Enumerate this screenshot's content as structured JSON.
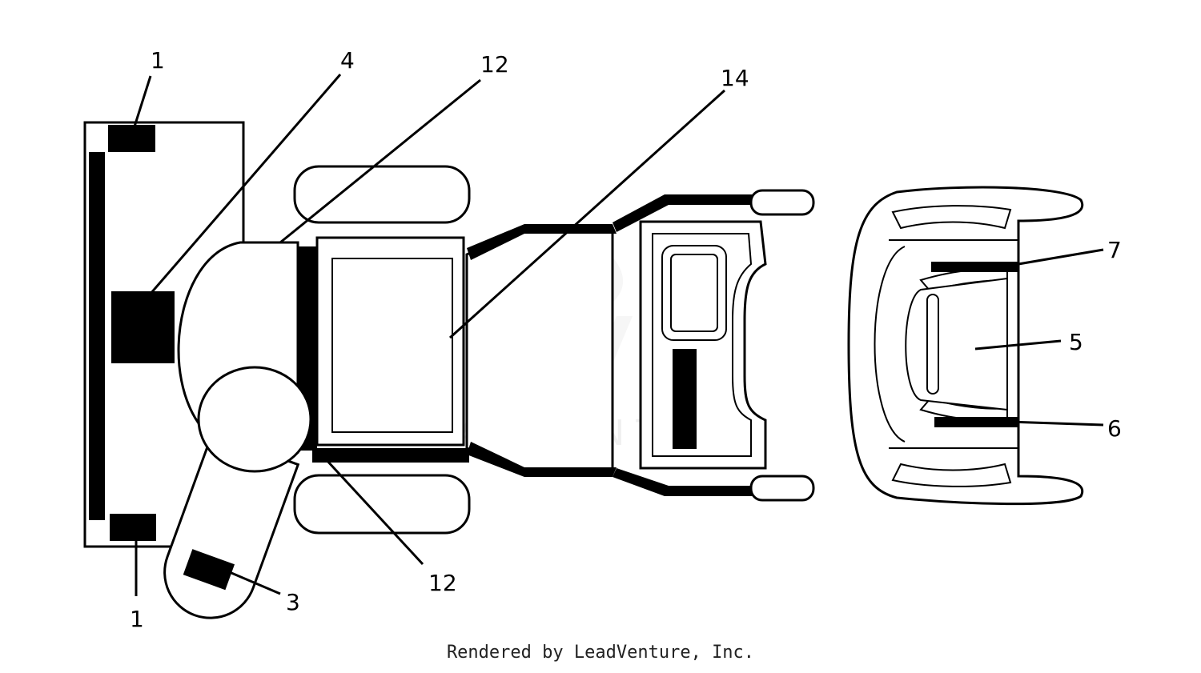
{
  "watermark": {
    "brand": "LEADVENTURE"
  },
  "footer": {
    "credit": "Rendered by LeadVenture, Inc."
  },
  "callouts": [
    {
      "id": "c1-top",
      "label": "1"
    },
    {
      "id": "c4",
      "label": "4"
    },
    {
      "id": "c12-top",
      "label": "12"
    },
    {
      "id": "c14",
      "label": "14"
    },
    {
      "id": "c7",
      "label": "7"
    },
    {
      "id": "c5",
      "label": "5"
    },
    {
      "id": "c6",
      "label": "6"
    },
    {
      "id": "c12-bottom",
      "label": "12"
    },
    {
      "id": "c3",
      "label": "3"
    },
    {
      "id": "c1-bottom",
      "label": "1"
    }
  ]
}
